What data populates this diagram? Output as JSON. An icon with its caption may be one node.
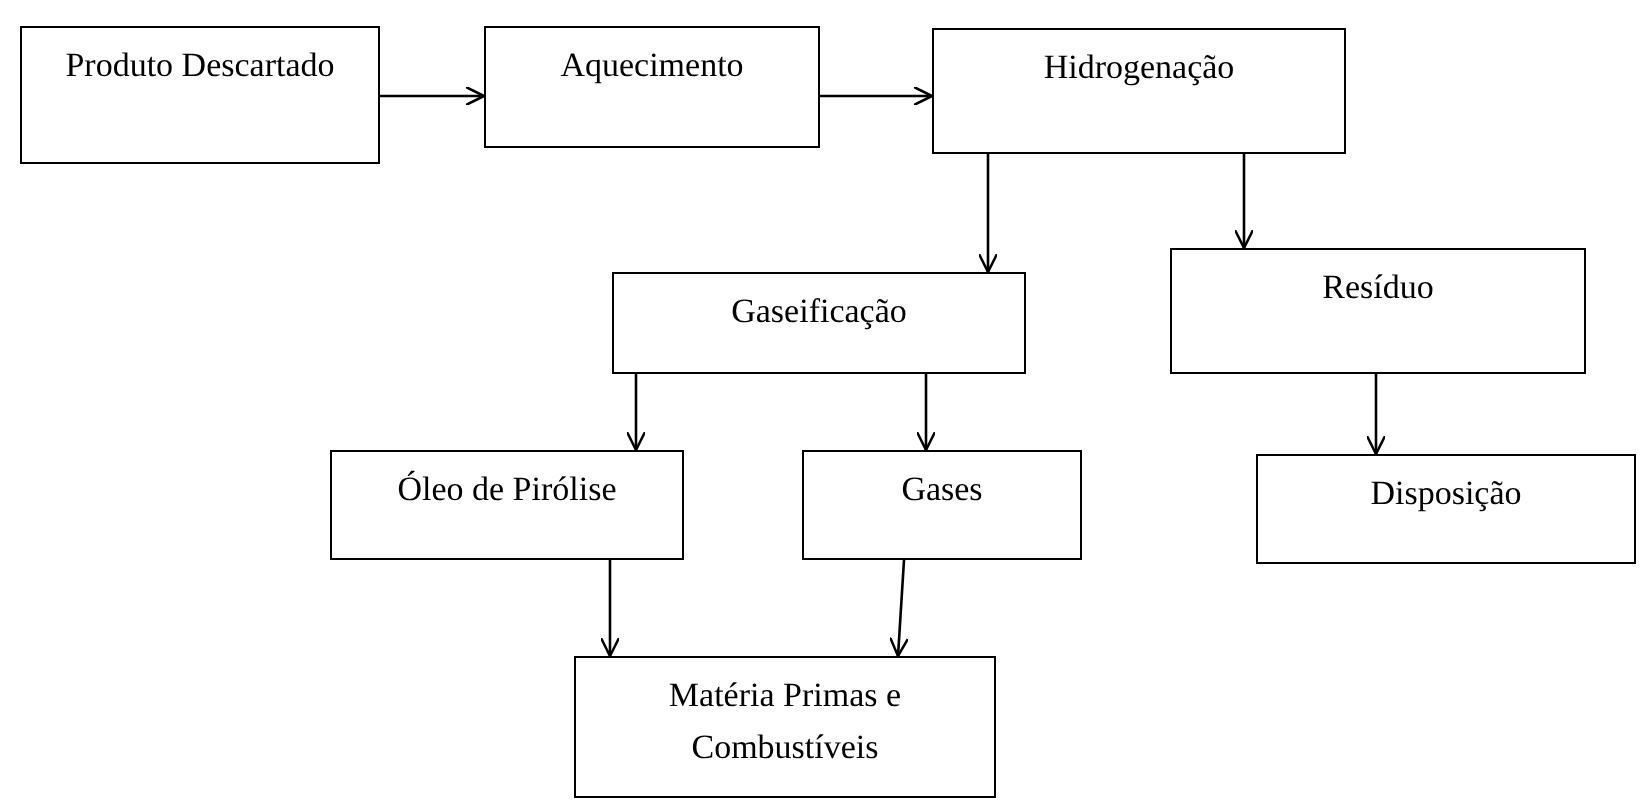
{
  "diagram": {
    "nodes": [
      {
        "text": [
          "Produto Descartado"
        ]
      },
      {
        "text": [
          "Aquecimento"
        ]
      },
      {
        "text": [
          "Hidrogenação"
        ]
      },
      {
        "text": [
          "Gaseificação"
        ]
      },
      {
        "text": [
          "Resíduo"
        ]
      },
      {
        "text": [
          "Óleo de Pirólise"
        ]
      },
      {
        "text": [
          "Gases"
        ]
      },
      {
        "text": [
          "Disposição"
        ]
      },
      {
        "text": [
          "Matéria Primas e Combustíveis"
        ]
      }
    ],
    "edges": [
      {
        "from": 0,
        "to": 1,
        "arrow": "to"
      },
      {
        "from": 1,
        "to": 2,
        "arrow": "to"
      },
      {
        "from": 2,
        "to": 3,
        "arrow": "to"
      },
      {
        "from": 2,
        "to": 4,
        "arrow": "to"
      },
      {
        "from": 3,
        "to": 5,
        "arrow": "to"
      },
      {
        "from": 3,
        "to": 6,
        "arrow": "to"
      },
      {
        "from": 4,
        "to": 7,
        "arrow": "to"
      },
      {
        "from": 5,
        "to": 8,
        "arrow": "to"
      },
      {
        "from": 6,
        "to": 8,
        "arrow": "to"
      }
    ]
  }
}
